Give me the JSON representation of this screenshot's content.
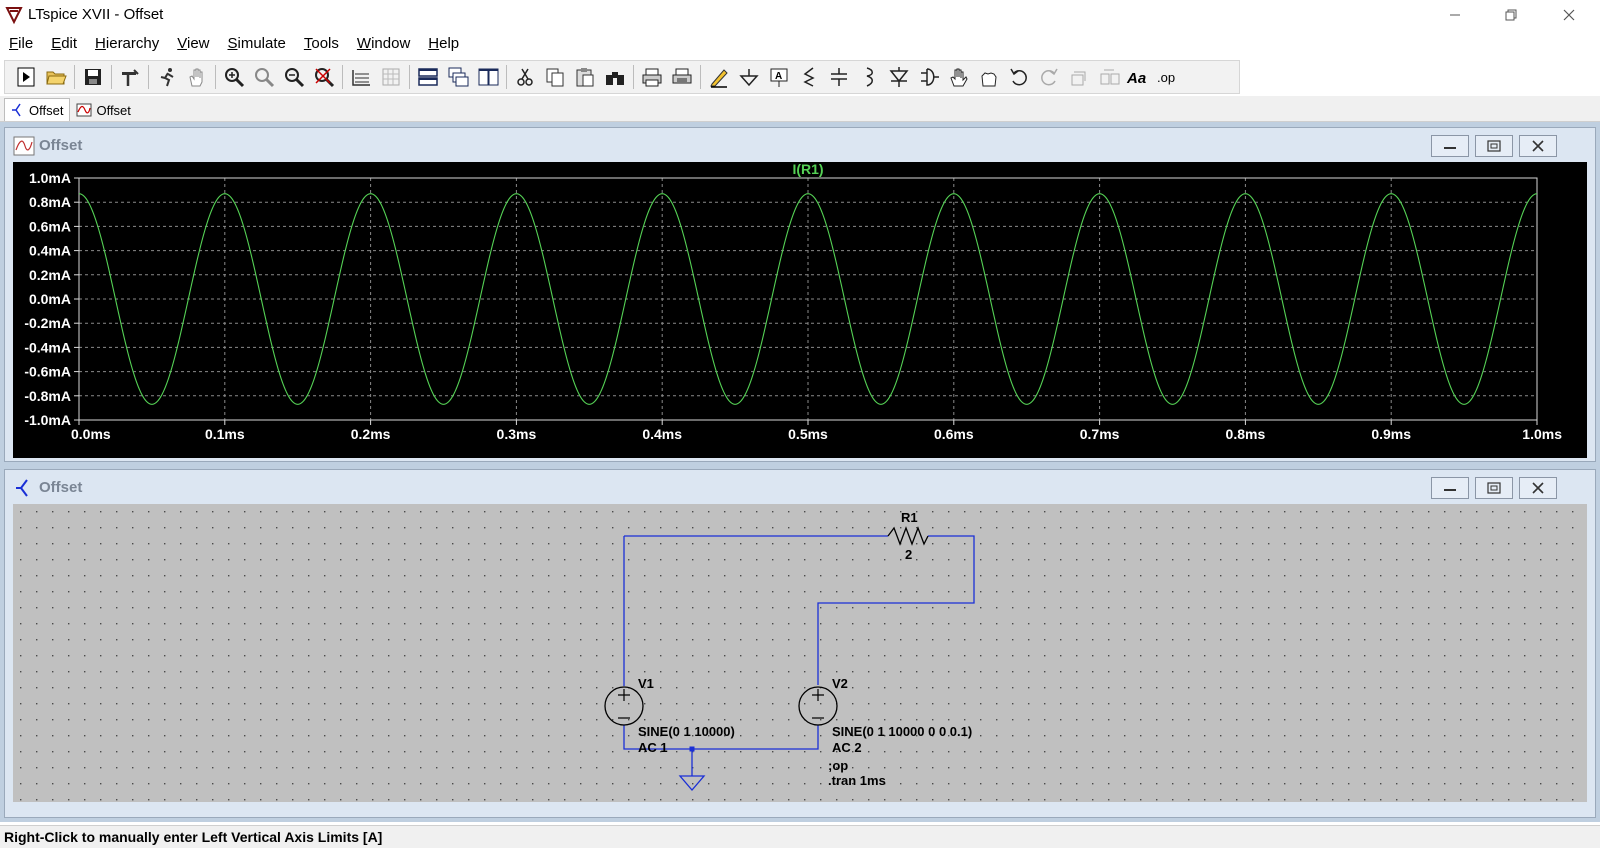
{
  "window": {
    "title": "LTspice XVII - Offset"
  },
  "menu": [
    {
      "label": "File",
      "key": "F",
      "rest": "ile"
    },
    {
      "label": "Edit",
      "key": "E",
      "rest": "dit"
    },
    {
      "label": "Hierarchy",
      "key": "H",
      "rest": "ierarchy"
    },
    {
      "label": "View",
      "key": "V",
      "rest": "iew"
    },
    {
      "label": "Simulate",
      "key": "S",
      "rest": "imulate"
    },
    {
      "label": "Tools",
      "key": "T",
      "rest": "ools"
    },
    {
      "label": "Window",
      "key": "W",
      "rest": "indow"
    },
    {
      "label": "Help",
      "key": "H",
      "rest": "elp"
    }
  ],
  "toolbar": {
    "spice_directive_glyph": ".op",
    "text_glyph": "Aa"
  },
  "tabs": [
    {
      "label": "Offset",
      "kind": "schematic"
    },
    {
      "label": "Offset",
      "kind": "waveform"
    }
  ],
  "waveform_window": {
    "title": "Offset",
    "trace_label": "I(R1)",
    "trace_color": "#55d155",
    "y_ticks": [
      "1.0mA",
      "0.8mA",
      "0.6mA",
      "0.4mA",
      "0.2mA",
      "0.0mA",
      "-0.2mA",
      "-0.4mA",
      "-0.6mA",
      "-0.8mA",
      "-1.0mA"
    ],
    "x_ticks": [
      "0.0ms",
      "0.1ms",
      "0.2ms",
      "0.3ms",
      "0.4ms",
      "0.5ms",
      "0.6ms",
      "0.7ms",
      "0.8ms",
      "0.9ms",
      "1.0ms"
    ]
  },
  "chart_data": {
    "type": "line",
    "series": [
      {
        "name": "I(R1)",
        "function": "sine",
        "amplitude_mA": 0.87,
        "frequency_hz": 10000,
        "phase_deg": 90
      }
    ],
    "xlim_ms": [
      0,
      1.0
    ],
    "ylim_mA": [
      -1.0,
      1.0
    ],
    "grid": true
  },
  "schematic_window": {
    "title": "Offset",
    "wire_color": "#1a2fd6",
    "components": {
      "r1": {
        "name": "R1",
        "value": "2"
      },
      "v1": {
        "name": "V1",
        "line1": "SINE(0 1 10000)",
        "line2": "AC 1"
      },
      "v2": {
        "name": "V2",
        "line1": "SINE(0 1 10000 0 0 0.1)",
        "line2": "AC 2"
      }
    },
    "directives": [
      ";op",
      ".tran 1ms"
    ]
  },
  "status": {
    "text": "Right-Click to manually enter Left Vertical Axis Limits [A]"
  }
}
